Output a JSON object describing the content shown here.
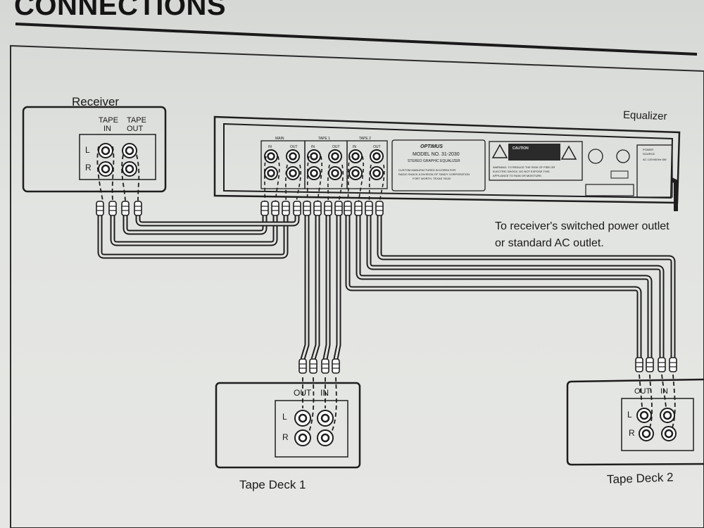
{
  "header": {
    "title": "CONNECTIONS"
  },
  "receiver": {
    "label": "Receiver",
    "tape_in": [
      "TAPE",
      "IN"
    ],
    "tape_out": [
      "TAPE",
      "OUT"
    ],
    "left_label": "L",
    "right_label": "R"
  },
  "equalizer": {
    "label": "Equalizer",
    "section_labels": {
      "main": "MAIN",
      "tape1": "TAPE 1",
      "tape2": "TAPE 2"
    },
    "jack_labels": {
      "in": "IN",
      "out": "OUT"
    },
    "plate": {
      "brand": "OPTIMUS",
      "model": "MODEL NO. 31-2030",
      "product": "STEREO GRAPHIC EQUALIZER",
      "custom_lines": [
        "CUSTOM MANUFACTURED IN KOREA FOR",
        "RADIO SHACK A DIVISION OF TANDY CORPORATION",
        "FORT WORTH, TEXAS 76102"
      ]
    },
    "caution": "CAUTION",
    "warning_lines": [
      "WARNING: TO REDUCE THE RISK OF FIRE OR",
      "ELECTRIC SHOCK, DO NOT EXPOSE THIS",
      "APPLIANCE TO RAIN OR MOISTURE."
    ],
    "power_lines": [
      "POWER",
      "SOURCE",
      "AC 120V/60Hz 6W"
    ]
  },
  "power_note": [
    "To receiver's switched power outlet",
    "or standard AC outlet."
  ],
  "tape_deck_1": {
    "label": "Tape Deck 1",
    "out": "OUT",
    "in": "IN",
    "left_label": "L",
    "right_label": "R"
  },
  "tape_deck_2": {
    "label": "Tape Deck 2",
    "out": "OUT",
    "in": "IN",
    "left_label": "L",
    "right_label": "R"
  }
}
